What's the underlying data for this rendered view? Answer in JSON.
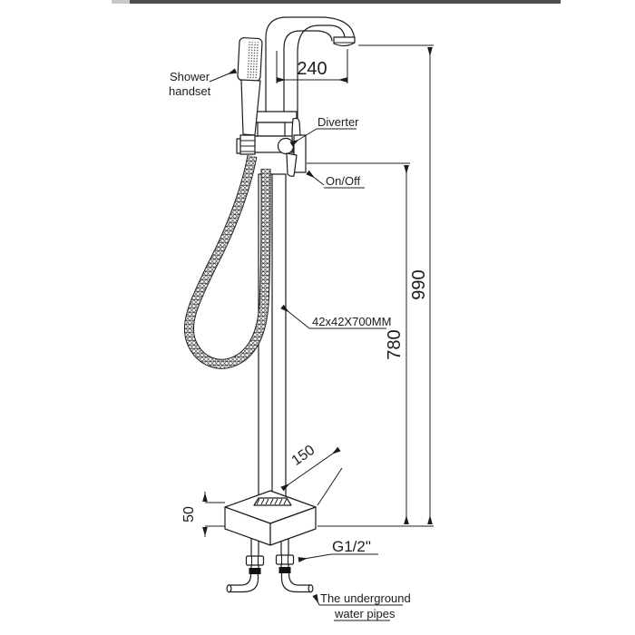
{
  "colors": {
    "ink": "#1c1c1c",
    "border_dark": "#4d4d4d",
    "border_light": "#c8c8c8",
    "band": "#111111"
  },
  "labels": {
    "shower_handset_1": "Shower",
    "shower_handset_2": "handset",
    "diverter": "Diverter",
    "on_off": "On/Off",
    "column_spec": "42x42X700MM",
    "thread_size": "G1/2\"",
    "underground_1": "The underground",
    "underground_2": "water pipes"
  },
  "dimensions": {
    "spout_reach_mm": "240",
    "overall_height_mm": "990",
    "spout_height_mm": "780",
    "base_diagonal_mm": "150",
    "base_height_mm": "50"
  }
}
